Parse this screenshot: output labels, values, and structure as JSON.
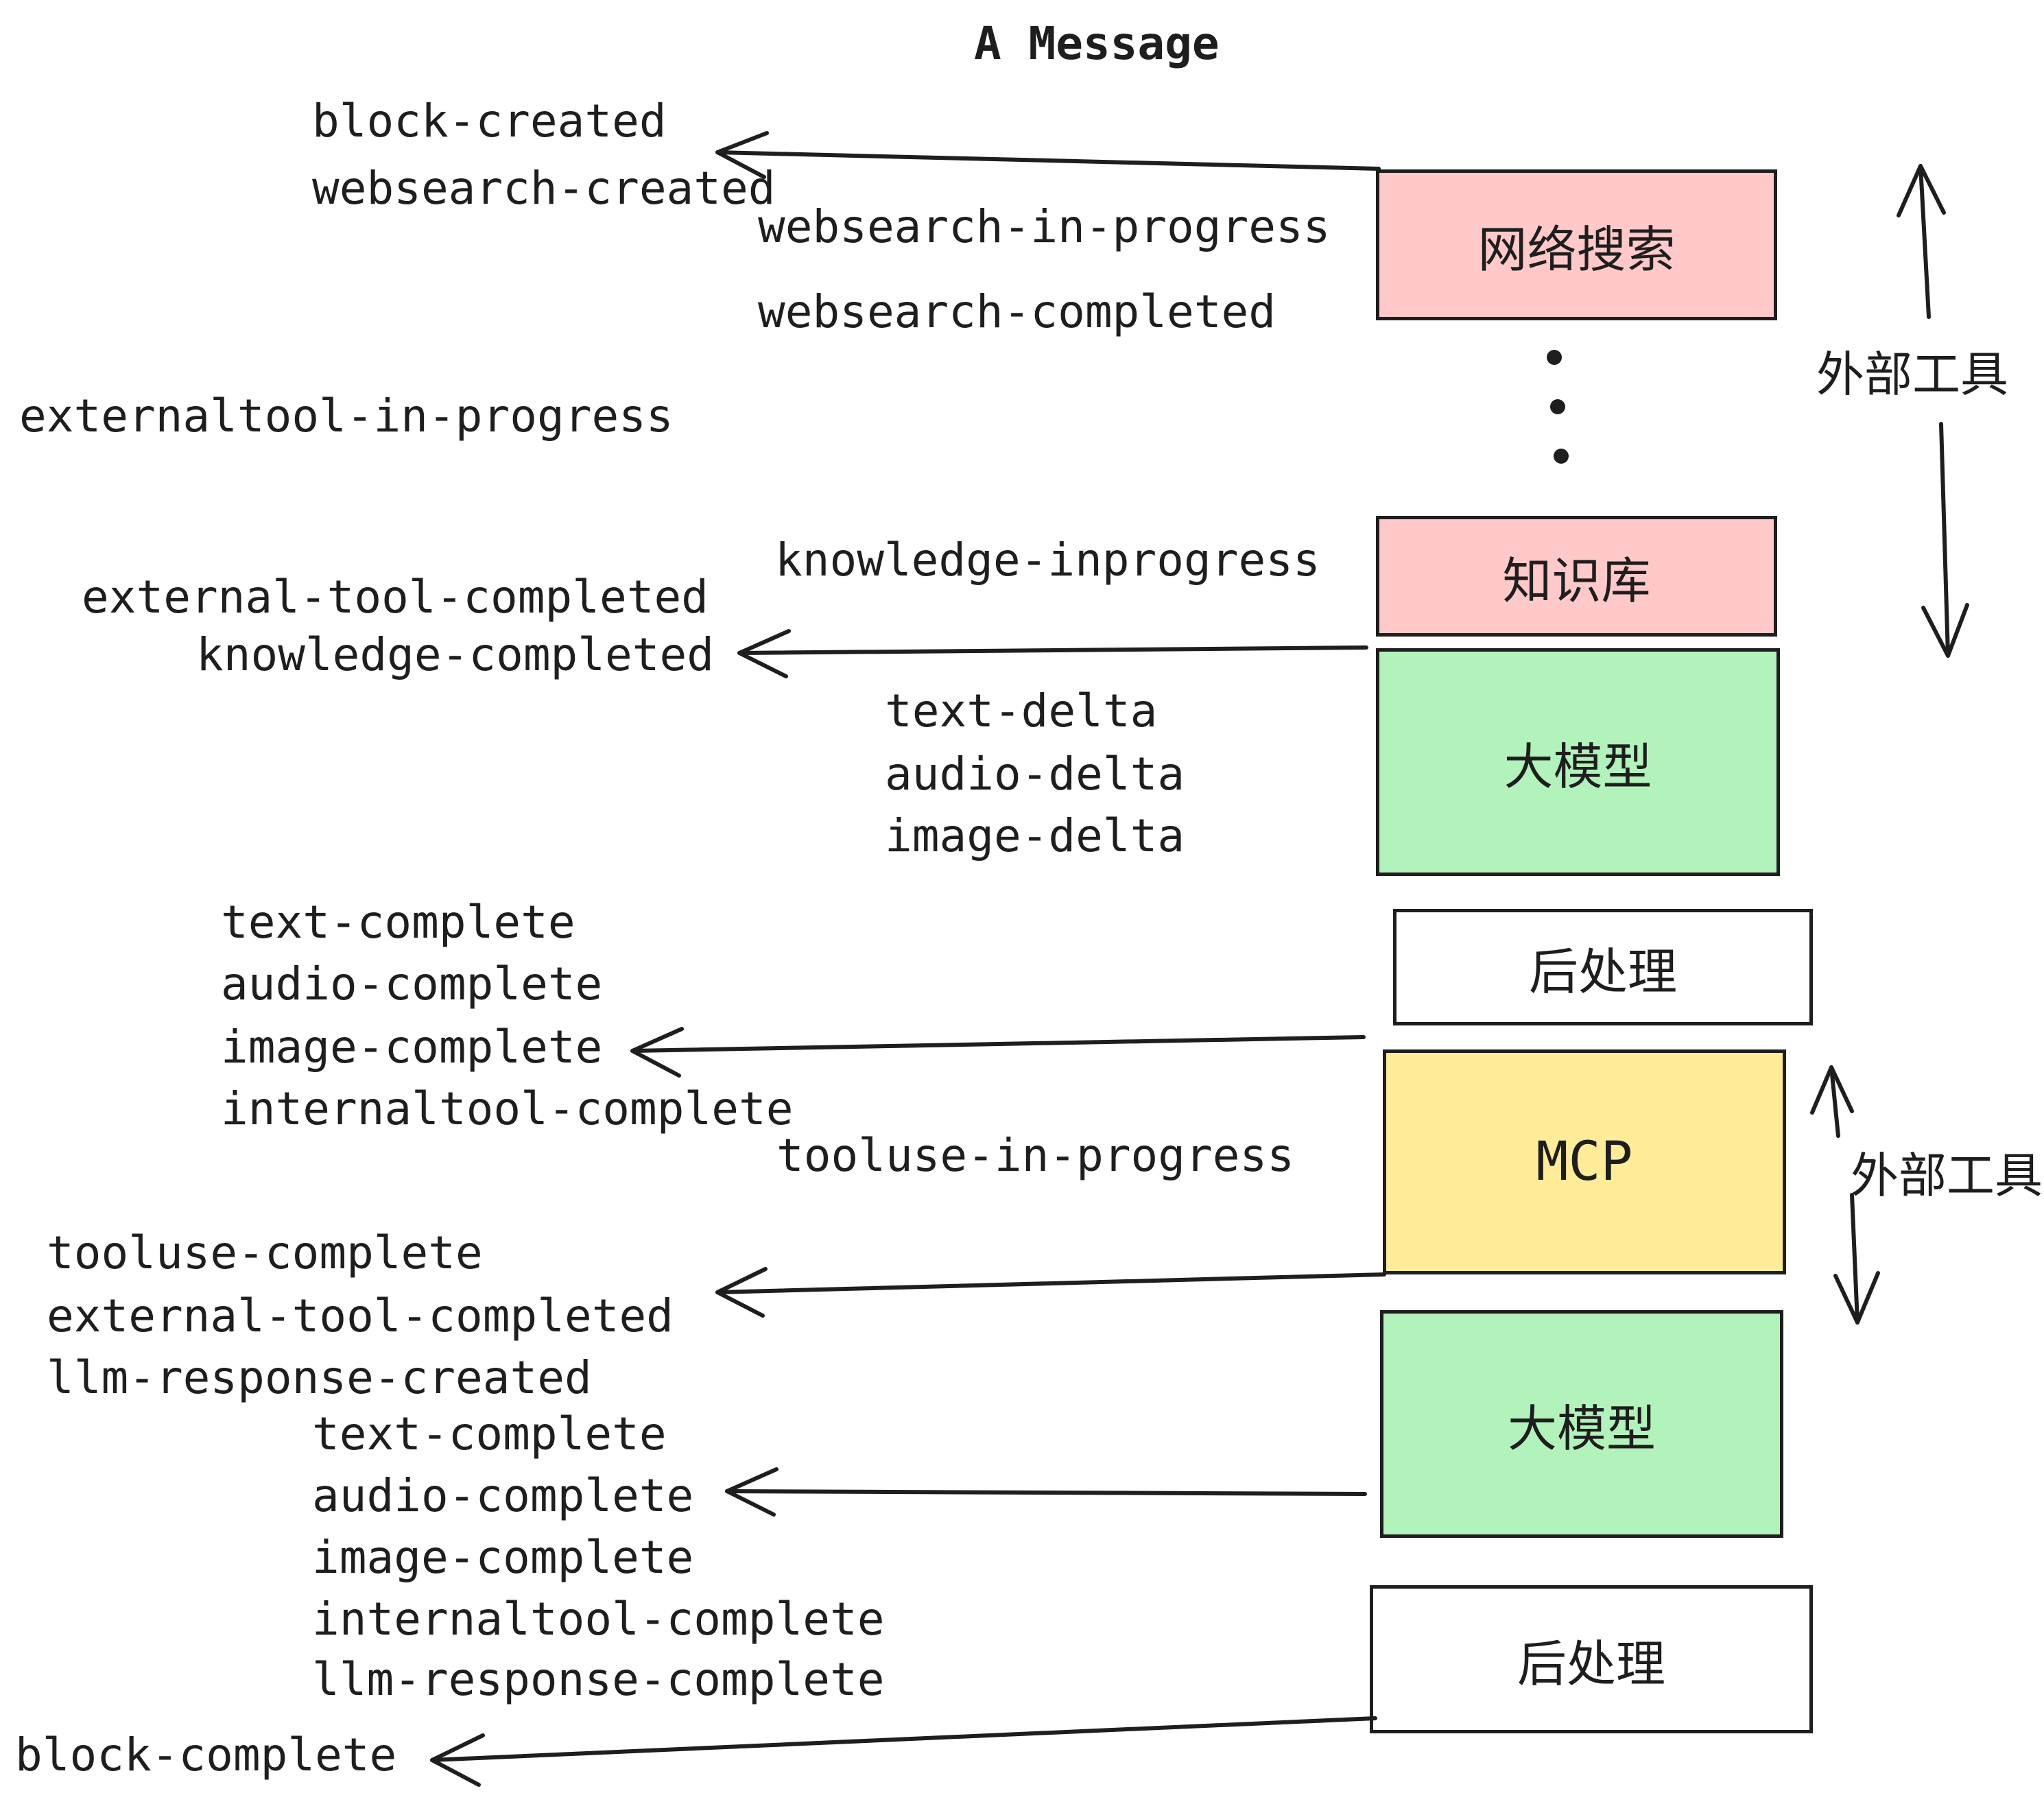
{
  "title": "A Message",
  "nodes": {
    "websearch": {
      "label": "网络搜索",
      "fill": "#ffc9c9"
    },
    "knowledge": {
      "label": "知识库",
      "fill": "#ffc9c9"
    },
    "llm1": {
      "label": "大模型",
      "fill": "#b2f2bb"
    },
    "post1": {
      "label": "后处理",
      "fill": "#ffffff"
    },
    "mcp": {
      "label": "MCP",
      "fill": "#ffec99"
    },
    "llm2": {
      "label": "大模型",
      "fill": "#b2f2bb"
    },
    "post2": {
      "label": "后处理",
      "fill": "#ffffff"
    }
  },
  "events": {
    "block_created": "block-created",
    "websearch_created": "websearch-created",
    "websearch_in_progress": "websearch-in-progress",
    "websearch_completed": "websearch-completed",
    "externaltool_in_progress": "externaltool-in-progress",
    "knowledge_inprogress": "knowledge-inprogress",
    "external_tool_completed": "external-tool-completed",
    "knowledge_completed": "knowledge-completed",
    "text_delta": "text-delta",
    "audio_delta": "audio-delta",
    "image_delta": "image-delta",
    "text_complete": "text-complete",
    "audio_complete": "audio-complete",
    "image_complete": "image-complete",
    "internaltool_complete": "internaltool-complete",
    "tooluse_in_progress": "tooluse-in-progress",
    "tooluse_complete": "tooluse-complete",
    "external_tool_completed_2": "external-tool-completed",
    "llm_response_created": "llm-response-created",
    "text_complete_2": "text-complete",
    "audio_complete_2": "audio-complete",
    "image_complete_2": "image-complete",
    "internaltool_complete_2": "internaltool-complete",
    "llm_response_complete": "llm-response-complete",
    "block_complete": "block-complete"
  },
  "side_labels": {
    "top": "外部工具",
    "bottom": "外部工具"
  },
  "colors": {
    "ink": "#1e1e1e",
    "pink": "#ffc9c9",
    "green": "#b2f2bb",
    "yellow": "#ffec99",
    "white": "#ffffff"
  }
}
